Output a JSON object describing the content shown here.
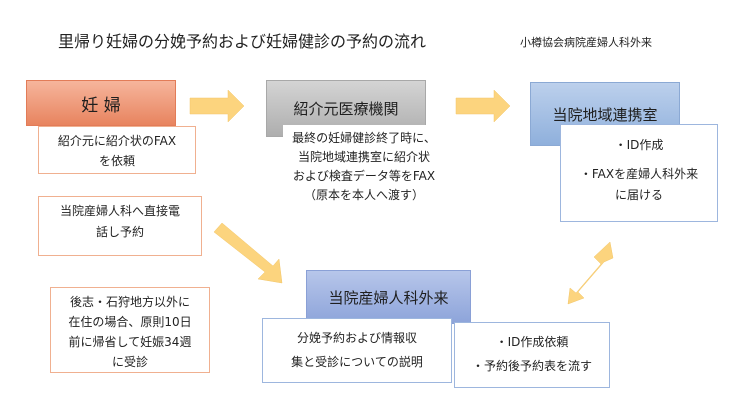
{
  "title": "里帰り妊婦の分娩予約および妊婦健診の予約の流れ",
  "department": "小樽協会病院産婦人科外来",
  "nodes": {
    "pregnant": {
      "label": "妊 婦"
    },
    "referring": {
      "label": "紹介元医療機関"
    },
    "liaison": {
      "label": "当院地域連携室"
    },
    "obgyn_outpatient": {
      "label": "当院産婦人科外来"
    }
  },
  "boxes": {
    "fax_request": {
      "lines": [
        "紹介元に紹介状のFAX",
        "を依頼"
      ]
    },
    "direct_call": {
      "lines": [
        "当院産婦人科へ直接電",
        "話し予約"
      ]
    },
    "outside_region": {
      "lines": [
        "後志・石狩地方以外に",
        "在住の場合、原則10日",
        "前に帰省して妊娠34週",
        "に受診"
      ]
    },
    "final_exam": {
      "lines": [
        "最終の妊婦健診終了時に、",
        "当院地域連携室に紹介状",
        "および検査データ等をFAX",
        "（原本を本人へ渡す）"
      ]
    },
    "liaison_tasks": {
      "lines": [
        "・ID作成",
        "・FAXを産婦人科外来",
        "に届ける"
      ]
    },
    "outpatient_tasks": {
      "lines": [
        "分娩予約および情報収",
        "集と受診についての説明"
      ]
    },
    "id_request": {
      "lines": [
        "・ID作成依頼",
        "・予約後予約表を流す"
      ]
    }
  },
  "colors": {
    "arrow": "#fcd47e",
    "orange_header": "#e8845f",
    "gray_header": "#aeaeae",
    "blue_header": "#8fb0dc"
  }
}
